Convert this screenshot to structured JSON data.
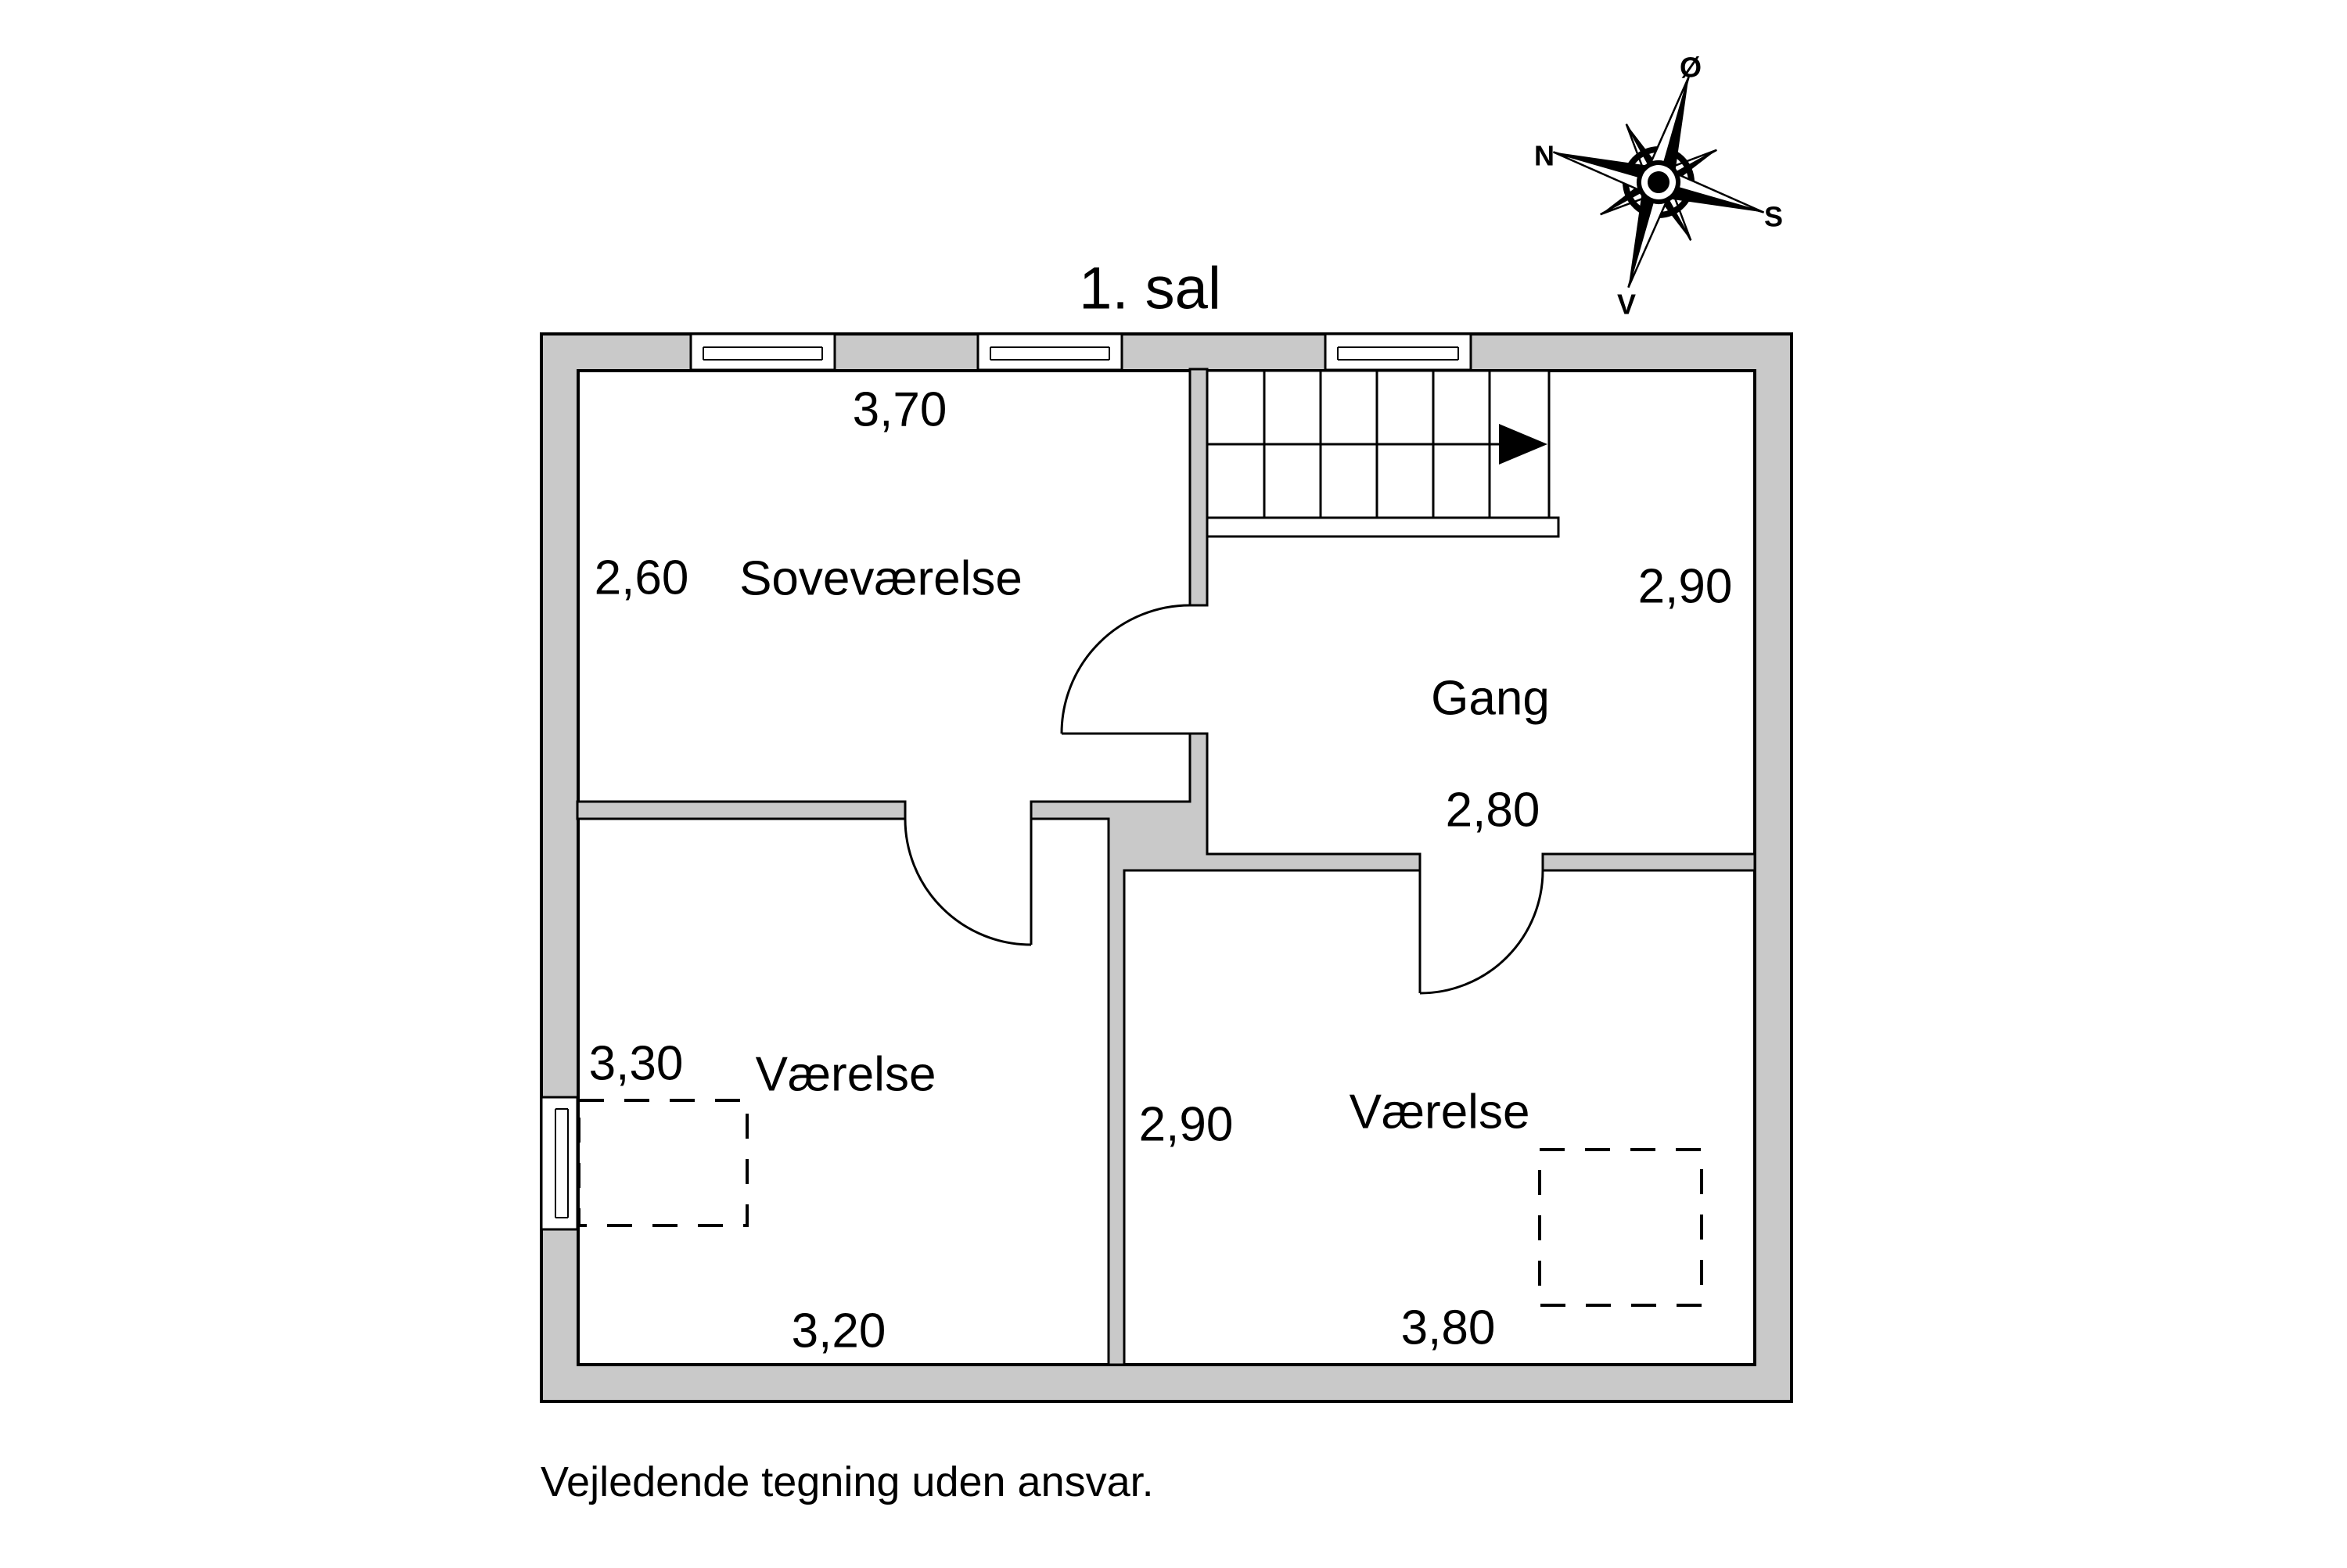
{
  "page": {
    "title": "1. sal",
    "disclaimer": "Vejledende tegning uden ansvar."
  },
  "compass": {
    "north_label": "N",
    "east_label": "Ø",
    "south_label": "S",
    "west_label": "V"
  },
  "rooms": {
    "sovevaerelse": {
      "name": "Soveværelse",
      "dim_width": "3,70",
      "dim_depth": "2,60"
    },
    "gang": {
      "name": "Gang",
      "dim_depth": "2,90",
      "dim_width": "2,80"
    },
    "vaerelse_left": {
      "name": "Værelse",
      "dim_depth": "3,30",
      "dim_width": "3,20"
    },
    "vaerelse_right": {
      "name": "Værelse",
      "dim_depth": "2,90",
      "dim_width": "3,80"
    }
  },
  "colors": {
    "wall_fill": "#c9c9c9",
    "line": "#000000",
    "background": "#ffffff"
  }
}
